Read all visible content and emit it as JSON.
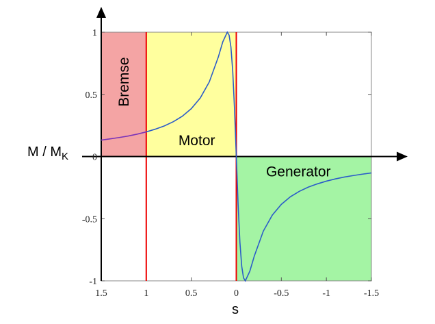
{
  "chart_data": {
    "type": "line",
    "xlabel": "s",
    "ylabel": "M / M",
    "ylabel_subscript": "K",
    "xlim": [
      1.5,
      -1.5
    ],
    "ylim": [
      -1,
      1
    ],
    "x_ticks": [
      1.5,
      1,
      0.5,
      0,
      -0.5,
      -1,
      -1.5
    ],
    "x_tick_labels": [
      "1.5",
      "1",
      "0.5",
      "0",
      "-0.5",
      "-1",
      "-1.5"
    ],
    "y_ticks": [
      -1,
      -0.5,
      0,
      0.5,
      1
    ],
    "y_tick_labels": [
      "-1",
      "-0.5",
      "0",
      "0.5",
      "1"
    ],
    "grid": false,
    "kloss_slip": 0.1,
    "regions": [
      {
        "label": "Bremse",
        "x_from": 1.5,
        "x_to": 1,
        "y_from": 0,
        "y_to": 1,
        "color": "#f4a4a4",
        "label_rotated": true
      },
      {
        "label": "Motor",
        "x_from": 1,
        "x_to": 0,
        "y_from": 0,
        "y_to": 1,
        "color": "#ffff9e",
        "label_rotated": false
      },
      {
        "label": "Generator",
        "x_from": 0,
        "x_to": -1.5,
        "y_from": -1,
        "y_to": 0,
        "color": "#a4f4a4",
        "label_rotated": false
      }
    ],
    "vertical_markers": [
      {
        "x": 1,
        "color": "#ee0000"
      },
      {
        "x": 0,
        "color": "#ee0000"
      }
    ],
    "series": [
      {
        "color_braking": "#7a33b8",
        "color": "#2b5cc9",
        "x": [
          1.5,
          1.4,
          1.3,
          1.2,
          1.1,
          1.0,
          0.9,
          0.8,
          0.7,
          0.6,
          0.5,
          0.4,
          0.3,
          0.2,
          0.15,
          0.1,
          0.08,
          0.06,
          0.04,
          0.02,
          0.0,
          -0.02,
          -0.04,
          -0.06,
          -0.08,
          -0.1,
          -0.15,
          -0.2,
          -0.3,
          -0.4,
          -0.5,
          -0.6,
          -0.7,
          -0.8,
          -0.9,
          -1.0,
          -1.1,
          -1.2,
          -1.3,
          -1.4,
          -1.5
        ],
        "values": [
          0.132,
          0.142,
          0.153,
          0.165,
          0.18,
          0.198,
          0.22,
          0.246,
          0.28,
          0.324,
          0.385,
          0.471,
          0.6,
          0.8,
          0.923,
          1.0,
          0.976,
          0.882,
          0.69,
          0.385,
          0.0,
          -0.385,
          -0.69,
          -0.882,
          -0.976,
          -1.0,
          -0.923,
          -0.8,
          -0.6,
          -0.471,
          -0.385,
          -0.324,
          -0.28,
          -0.246,
          -0.22,
          -0.198,
          -0.18,
          -0.165,
          -0.153,
          -0.142,
          -0.132
        ]
      }
    ]
  }
}
